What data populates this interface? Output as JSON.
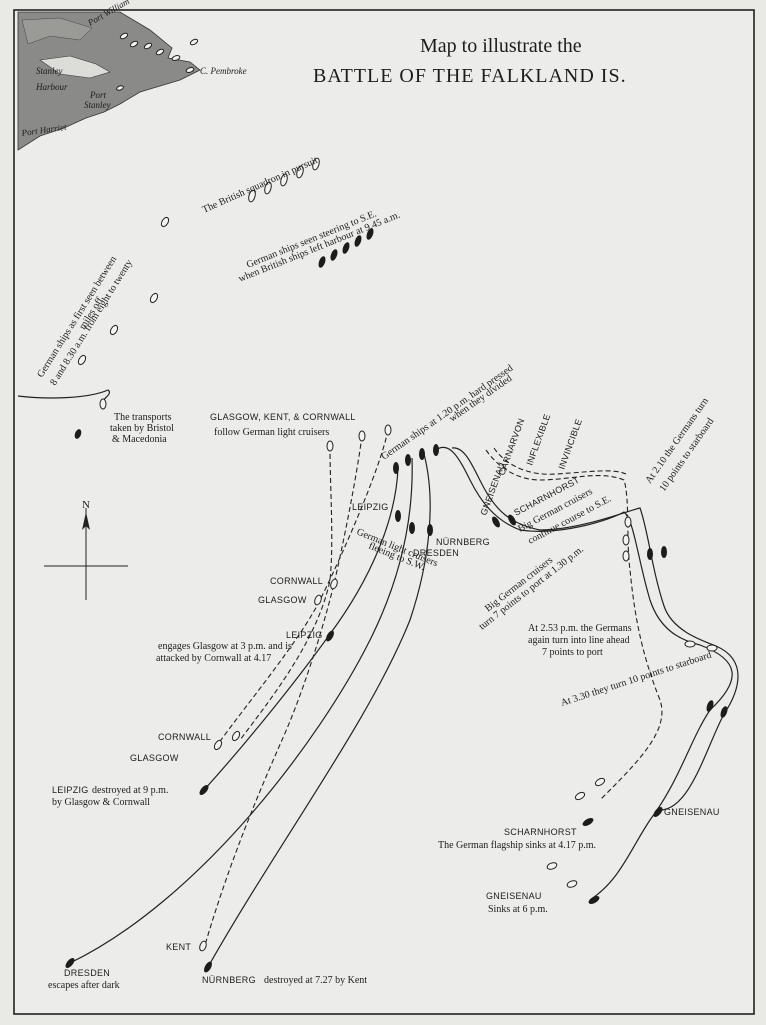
{
  "title": {
    "line1": "Map to illustrate the",
    "line2": "BATTLE OF THE FALKLAND IS."
  },
  "places": {
    "port_william": "Port William",
    "stanley_harbour_1": "Stanley",
    "stanley_harbour_2": "Harbour",
    "port_stanley_1": "Port",
    "port_stanley_2": "Stanley",
    "c_pembroke": "C. Pembroke",
    "port_harriet": "Port Harriet"
  },
  "compass": {
    "north": "N"
  },
  "notes": {
    "british_pursuit": "The British squadron in pursuit",
    "german_se_1": "German ships seen steering to S.E.",
    "german_se_2": "when British ships left harbour at 9.45 a.m.",
    "first_seen_1": "German ships as first seen between",
    "first_seen_2": "8 and 8.30 a.m. from eight to twenty",
    "first_seen_3": "miles off",
    "transports_1": "The transports",
    "transports_2": "taken by Bristol",
    "transports_3": "& Macedonia",
    "follow_1": "GLASGOW, KENT, & CORNWALL",
    "follow_2": "follow German light cruisers",
    "hard_pressed_1": "German ships at 1.20 p.m. hard pressed",
    "hard_pressed_2": "when they divided",
    "light_cruisers_1": "German light cruisers",
    "light_cruisers_2": "fleeing to S.W.",
    "big_cruisers_se_1": "Big German cruisers",
    "big_cruisers_se_2": "continue course to S.E.",
    "turn_port_1": "Big German cruisers",
    "turn_port_2": "turn 7 points to port at 1.30 p.m.",
    "turn_stbd_1": "At 2.10 the Germans turn",
    "turn_stbd_2": "10 points to starboard",
    "line_ahead_1": "At 2.53 p.m. the Germans",
    "line_ahead_2": "again turn into line ahead",
    "line_ahead_3": "7 points to port",
    "turn_330": "At 3.30 they turn 10 points to starboard",
    "leipzig_engages_2": "engages Glasgow at 3 p.m. and is",
    "leipzig_engages_3": "attacked by Cornwall at 4.17",
    "leipzig_destroyed_1": "destroyed at 9 p.m.",
    "leipzig_destroyed_2": "by Glasgow & Cornwall",
    "scharnhorst_sinks": "The German flagship sinks at 4.17 p.m.",
    "gneisenau_sinks": "Sinks at 6 p.m.",
    "dresden_escapes": "escapes after dark",
    "nurnberg_destroyed": "destroyed at 7.27 by Kent"
  },
  "ships": {
    "carnarvon": "CARNARVON",
    "inflexible": "INFLEXIBLE",
    "invincible": "INVINCIBLE",
    "gneisenau": "GNEISENAU",
    "scharnhorst": "SCHARNHORST",
    "leipzig": "LEIPZIG",
    "nurnberg": "NÜRNBERG",
    "dresden": "DRESDEN",
    "cornwall": "CORNWALL",
    "glasgow": "GLASGOW",
    "kent": "KENT"
  }
}
